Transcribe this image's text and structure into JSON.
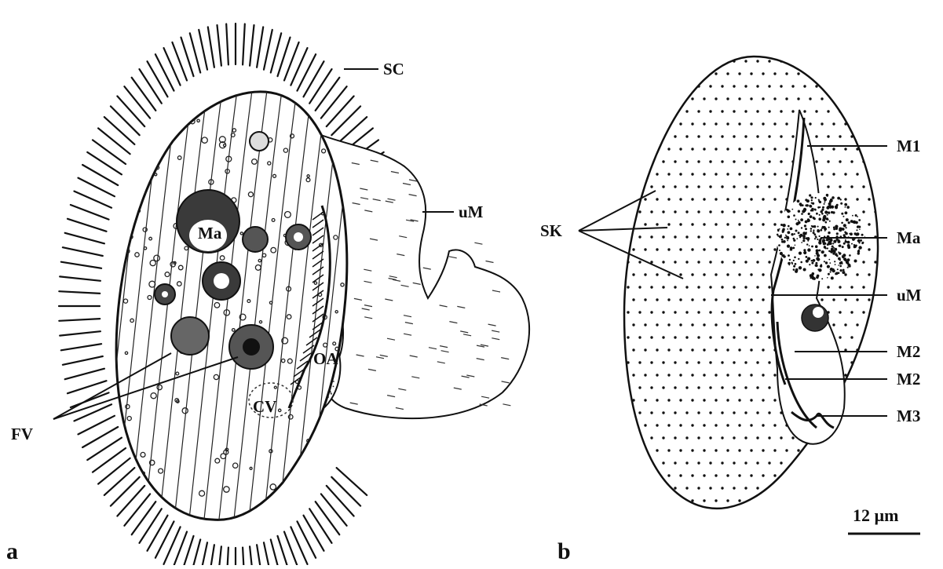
{
  "panel_a": {
    "letter": "a",
    "labels": {
      "sc": "SC",
      "um": "uM",
      "ma": "Ma",
      "oa": "OA",
      "cv": "CV",
      "fv": "FV"
    }
  },
  "panel_b": {
    "letter": "b",
    "labels": {
      "sk": "SK",
      "m1": "M1",
      "ma": "Ma",
      "um": "uM",
      "m2a": "M2",
      "m2b": "M2",
      "m3": "M3"
    }
  },
  "scale_bar": {
    "label": "12 µm"
  }
}
